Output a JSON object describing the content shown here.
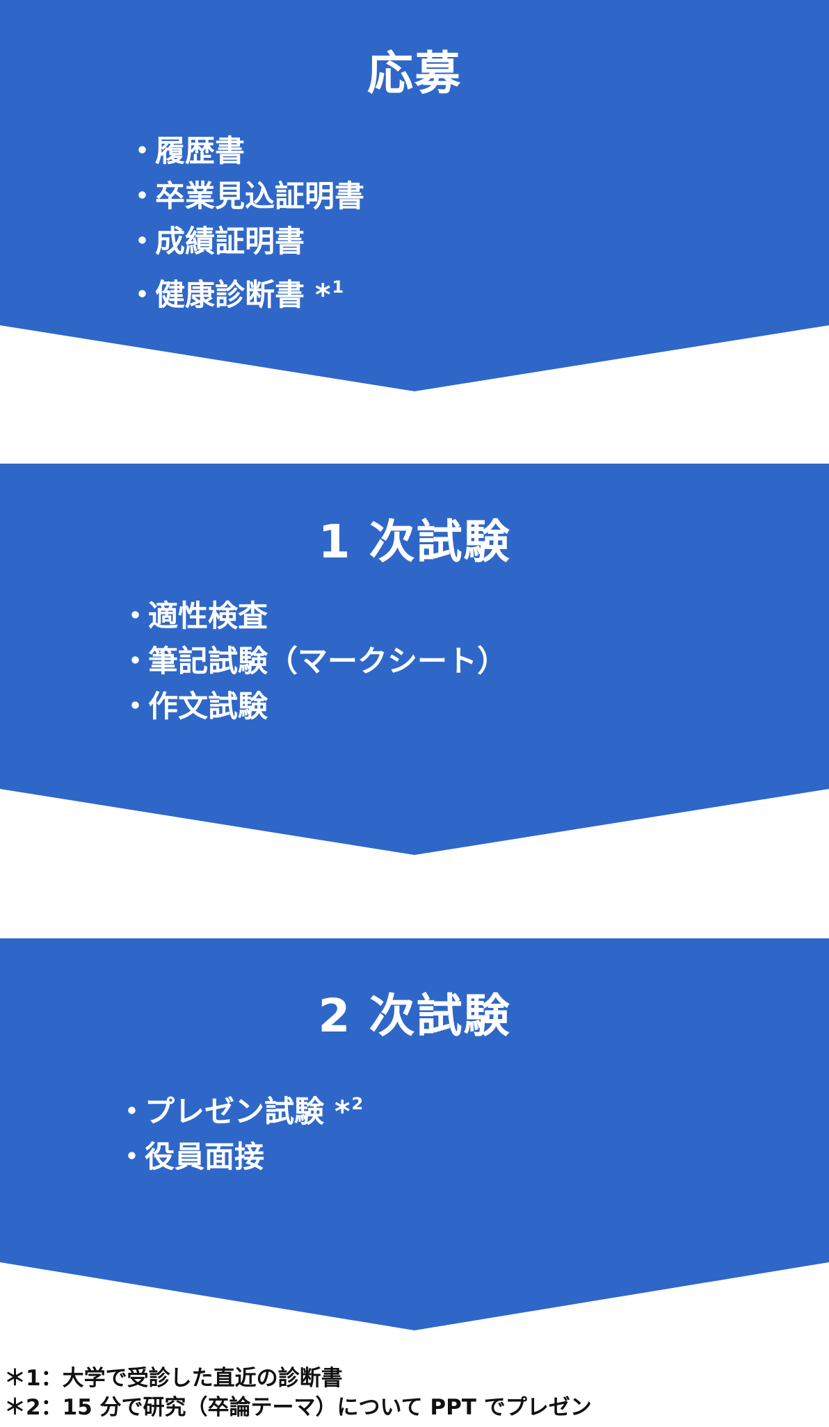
{
  "colors": {
    "stage_fill": "#2F67C8",
    "stage_text": "#FFFFFF",
    "footnote_text": "#111111",
    "background": "#FFFFFF"
  },
  "stages": [
    {
      "title": "応募",
      "items": [
        {
          "text": "履歴書",
          "note": ""
        },
        {
          "text": "卒業見込証明書",
          "note": ""
        },
        {
          "text": "成績証明書",
          "note": ""
        },
        {
          "text": "健康診断書 *",
          "note": "1"
        }
      ]
    },
    {
      "title": "1 次試験",
      "items": [
        {
          "text": "適性検査",
          "note": ""
        },
        {
          "text": "筆記試験（マークシート）",
          "note": ""
        },
        {
          "text": "作文試験",
          "note": ""
        }
      ]
    },
    {
      "title": "2 次試験",
      "items": [
        {
          "text": "プレゼン試験 *",
          "note": "2"
        },
        {
          "text": "役員面接",
          "note": ""
        }
      ]
    }
  ],
  "bullet": "・",
  "footnotes": [
    {
      "mark": "＊1：",
      "text": "大学で受診した直近の診断書"
    },
    {
      "mark": "＊2：",
      "text": "15 分で研究（卒論テーマ）について PPT でプレゼン"
    }
  ]
}
